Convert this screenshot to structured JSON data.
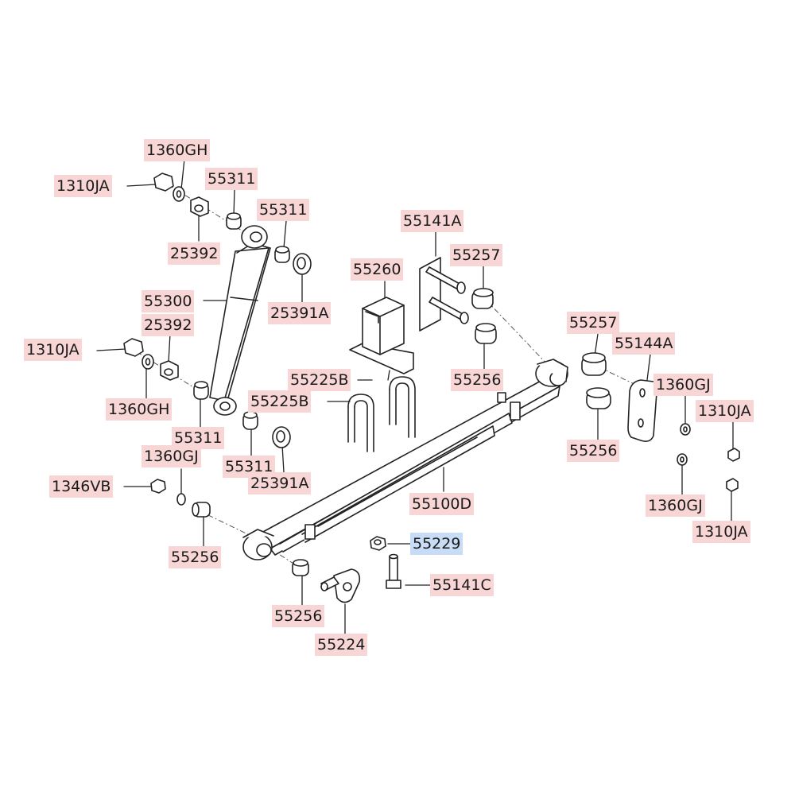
{
  "diagram": {
    "colors": {
      "label_default": "#f8d6d6",
      "label_highlighted": "#c8dcf5",
      "stroke": "#222222",
      "fill": "#ffffff"
    },
    "highlighted_part": "55229",
    "parts": [
      {
        "id": "l1",
        "code": "1360GH"
      },
      {
        "id": "l2",
        "code": "1310JA"
      },
      {
        "id": "l3",
        "code": "55311"
      },
      {
        "id": "l4",
        "code": "55311"
      },
      {
        "id": "l5",
        "code": "25392"
      },
      {
        "id": "l6",
        "code": "55300"
      },
      {
        "id": "l7",
        "code": "25391A"
      },
      {
        "id": "l8",
        "code": "25392"
      },
      {
        "id": "l9",
        "code": "1310JA"
      },
      {
        "id": "l10",
        "code": "1360GH"
      },
      {
        "id": "l11",
        "code": "55311"
      },
      {
        "id": "l12",
        "code": "55311"
      },
      {
        "id": "l13",
        "code": "25391A"
      },
      {
        "id": "l14",
        "code": "1360GJ"
      },
      {
        "id": "l15",
        "code": "1346VB"
      },
      {
        "id": "l16",
        "code": "55256"
      },
      {
        "id": "l17",
        "code": "55256"
      },
      {
        "id": "l18",
        "code": "55224"
      },
      {
        "id": "l19",
        "code": "55141A"
      },
      {
        "id": "l20",
        "code": "55257"
      },
      {
        "id": "l21",
        "code": "55260"
      },
      {
        "id": "l22",
        "code": "55225B"
      },
      {
        "id": "l23",
        "code": "55225B"
      },
      {
        "id": "l24",
        "code": "55256"
      },
      {
        "id": "l25",
        "code": "55257"
      },
      {
        "id": "l26",
        "code": "55144A"
      },
      {
        "id": "l27",
        "code": "1360GJ"
      },
      {
        "id": "l28",
        "code": "1310JA"
      },
      {
        "id": "l29",
        "code": "55256"
      },
      {
        "id": "l30",
        "code": "1360GJ"
      },
      {
        "id": "l31",
        "code": "1310JA"
      },
      {
        "id": "l32",
        "code": "55100D"
      },
      {
        "id": "l33",
        "code": "55229"
      },
      {
        "id": "l34",
        "code": "55141C"
      }
    ]
  }
}
